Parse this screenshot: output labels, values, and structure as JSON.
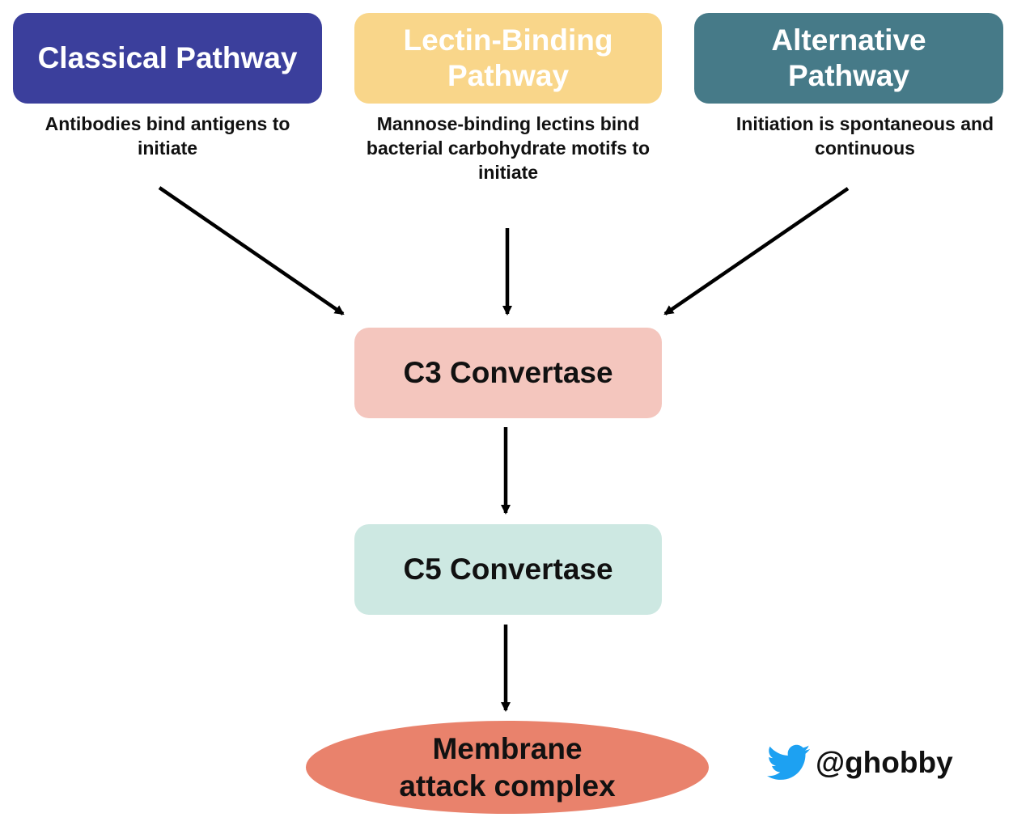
{
  "nodes": {
    "classical": {
      "title": "Classical Pathway",
      "description": "Antibodies bind antigens to initiate",
      "color": "#3b3f9c"
    },
    "lectin": {
      "title": "Lectin-Binding Pathway",
      "description": "Mannose-binding lectins bind bacterial carbohydrate motifs to initiate",
      "color": "#f9d68a"
    },
    "alternative": {
      "title": "Alternative Pathway",
      "description": "Initiation is spontaneous and continuous",
      "color": "#467a88"
    },
    "c3": {
      "title": "C3 Convertase",
      "color": "#f4c6be"
    },
    "c5": {
      "title": "C5 Convertase",
      "color": "#cde8e2"
    },
    "mac": {
      "title": "Membrane attack complex",
      "color": "#e9826c"
    }
  },
  "edges": [
    {
      "from": "classical",
      "to": "c3"
    },
    {
      "from": "lectin",
      "to": "c3"
    },
    {
      "from": "alternative",
      "to": "c3"
    },
    {
      "from": "c3",
      "to": "c5"
    },
    {
      "from": "c5",
      "to": "mac"
    }
  ],
  "credit": {
    "icon": "twitter-bird-icon",
    "handle": "@ghobby",
    "icon_color": "#1da1f2"
  }
}
